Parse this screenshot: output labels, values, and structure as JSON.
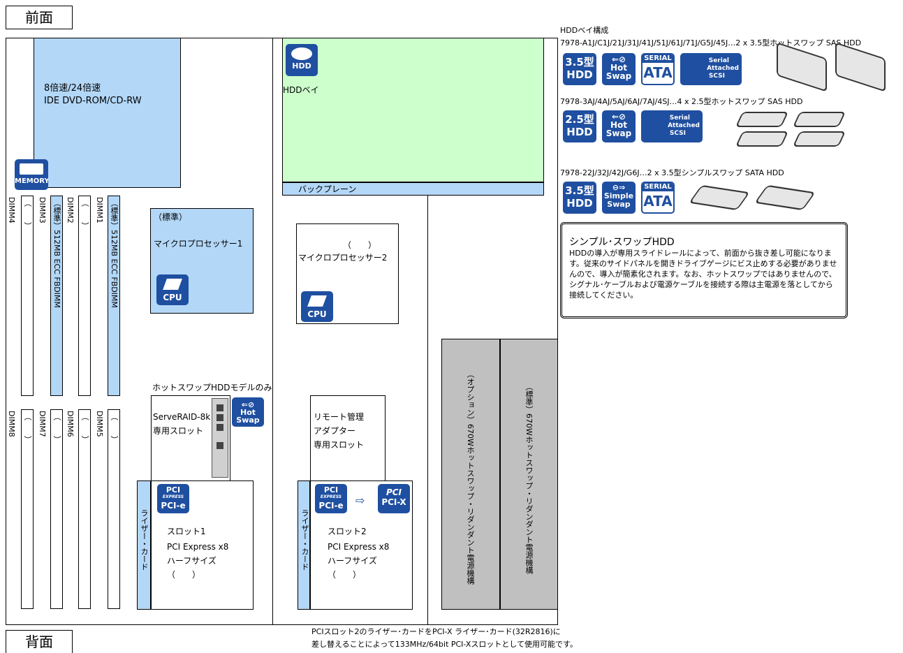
{
  "labels": {
    "front": "前面",
    "back": "背面"
  },
  "optical": {
    "line1": "8倍速/24倍速",
    "line2": "IDE DVD-ROM/CD-RW"
  },
  "hdd_bay": {
    "icon": "HDD",
    "label": "HDDベイ",
    "backplane": "バックプレーン"
  },
  "memory_icon": "MEMORY",
  "dimms": {
    "dimm1": "DIMM1",
    "dimm2": "DIMM2",
    "dimm3": "DIMM3",
    "dimm4": "DIMM4",
    "dimm5": "DIMM5",
    "dimm6": "DIMM6",
    "dimm7": "DIMM7",
    "dimm8": "DIMM8",
    "standard_module": "（標準）512MB ECC FBDIMM",
    "empty_paren": "（　　）"
  },
  "cpu1": {
    "line1": "（標準）",
    "line2": "マイクロプロセッサー1",
    "icon": "CPU"
  },
  "cpu2": {
    "line1": "（　　）",
    "line2": "マイクロプロセッサー2",
    "icon": "CPU"
  },
  "hotswap_only": "ホットスワップHDDモデルのみ",
  "serveraid": {
    "line1": "ServeRAID-8k",
    "line2": "専用スロット"
  },
  "remote": {
    "line1": "リモート管理",
    "line2": "アダプター",
    "line3": "専用スロット"
  },
  "riser_label": "ライザー・カード",
  "slot1": {
    "line1": "スロット1",
    "line2": "PCI Express x8",
    "line3": "ハーフサイズ",
    "line4": "（　　）"
  },
  "slot2": {
    "line1": "スロット2",
    "line2": "PCI Express x8",
    "line3": "ハーフサイズ",
    "line4": "（　　）"
  },
  "pcie_icon": {
    "top": "PCI",
    "mid": "EXPRESS",
    "bottom": "PCI-e"
  },
  "pcix_icon": {
    "top": "PCI",
    "bottom": "PCI-X"
  },
  "psu_option": "（オプション）670Wホットスワップ・リダンダント電源機構",
  "psu_standard": "（標準）670Wホットスワップ・リダンダント電源機構",
  "hdd_config": {
    "title": "HDDベイ構成",
    "config1": "7978-A1J/C1J/21J/31J/41J/51J/61J/71J/G5J/45J…2 x 3.5型ホットスワップ SAS HDD",
    "config2": "7978-3AJ/4AJ/5AJ/6AJ/7AJ/4SJ…4 x 2.5型ホットスワップ SAS HDD",
    "config3": "7978-22J/32J/42J/G6J…2 x 3.5型シンプルスワップ SATA HDD"
  },
  "badges": {
    "hdd35": [
      "3.5型",
      "HDD"
    ],
    "hdd25": [
      "2.5型",
      "HDD"
    ],
    "hotswap": [
      "Hot",
      "Swap"
    ],
    "simpleswap": [
      "Simple",
      "Swap"
    ],
    "serial_ata": [
      "SERIAL",
      "ATA"
    ],
    "sas": [
      "Serial",
      "Attached",
      "SCSI"
    ]
  },
  "simple_swap_note": {
    "title": "シンプル･スワップHDD",
    "body": "HDDの導入が専用スライドレールによって、前面から抜き差し可能になります。従来のサイドパネルを開きドライブゲージにビス止めする必要がありませんので、導入が簡素化されます。なお、ホットスワップではありませんので、シグナル･ケーブルおよび電源ケーブルを接続する際は主電源を落としてから接続してください。"
  },
  "footnote": {
    "line1": "PCIスロット2のライザー･カードをPCI-X ライザー･カード(32R2816)に",
    "line2": "差し替えることによって133MHz/64bit PCI-Xスロットとして使用可能です。"
  }
}
